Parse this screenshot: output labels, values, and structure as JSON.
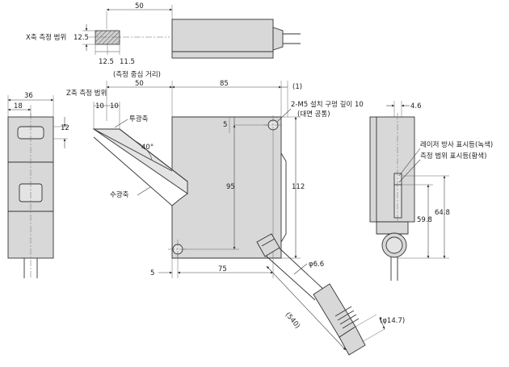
{
  "diagram": {
    "top_view": {
      "dim_width": "50",
      "x_range_label": "X축 측정 범위",
      "dim_x_height": "12.5",
      "dim_bottom_left": "12.5",
      "dim_bottom_right": "11.5"
    },
    "left_view": {
      "dim_width": "36",
      "dim_half": "18",
      "dim_window": "12"
    },
    "front_view": {
      "center_distance_label": "(측정 중심 거리)",
      "z_range_label": "Z축 측정 범위",
      "dim_distance": "50",
      "dim_range_left": "10",
      "dim_range_right": "10",
      "dim_body_width": "85",
      "dim_offset": "(1)",
      "emitter_axis_label": "투광축",
      "receiver_axis_label": "수광축",
      "angle": "40°",
      "mount_hole_label": "2-M5 설치 구멍 깊이 10",
      "mount_hole_note": "(대면 공통)",
      "dim_hole_top": "5",
      "dim_height_inner": "95",
      "dim_height_total": "112",
      "dim_hole_bottom": "5",
      "dim_hole_span": "75",
      "cable_diameter": "φ6.6",
      "cable_length": "(540)",
      "connector_diameter": "(φ14.7)"
    },
    "right_view": {
      "dim_depth": "4.6",
      "laser_indicator_label": "레이저 방사 표시등(녹색)",
      "range_indicator_label": "측정 범위 표시등(황색)",
      "dim_h1": "64.8",
      "dim_h2": "59.8"
    }
  }
}
